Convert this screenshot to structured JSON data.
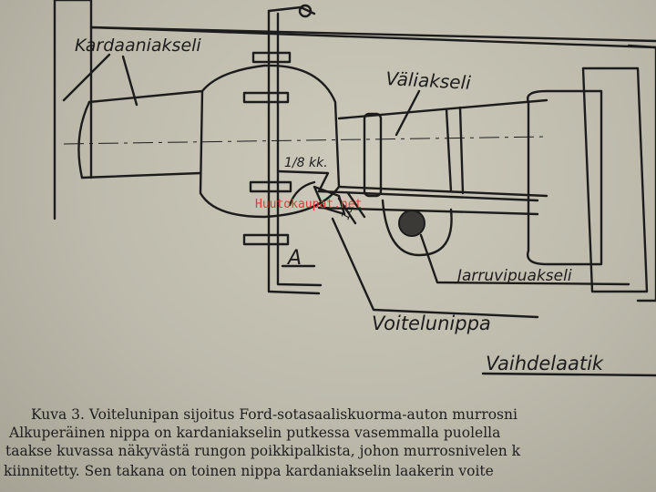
{
  "diagram": {
    "labels": {
      "kardaaniakseli": "Kardaaniakseli",
      "valiakseli": "Väliakseli",
      "fraction": "1/8 kk.",
      "size": "16",
      "point": "A",
      "jarruvipuakseli": "Jarruvipuakseli",
      "voitelunippa": "Voitelunippa",
      "vaihdelaatik": "Vaihdelaatik"
    },
    "watermark": "Huutokaupat.net",
    "colors": {
      "ink": "#1c1c1c",
      "watermark": "#e23a3a",
      "paper": "#c4c1b2"
    }
  },
  "caption": {
    "lines": [
      "Kuva 3.   Voitelunipan sijoitus Ford-sotasaaliskuorma-auton murrosni",
      "Alkuperäinen nippa on kardaniakselin putkessa vasemmalla puolella",
      "taakse kuvassa näkyvästä rungon poikkipalkista, johon murrosnivelen k",
      "kiinnitetty. Sen takana on toinen nippa kardaniakselin laakerin voite"
    ]
  }
}
